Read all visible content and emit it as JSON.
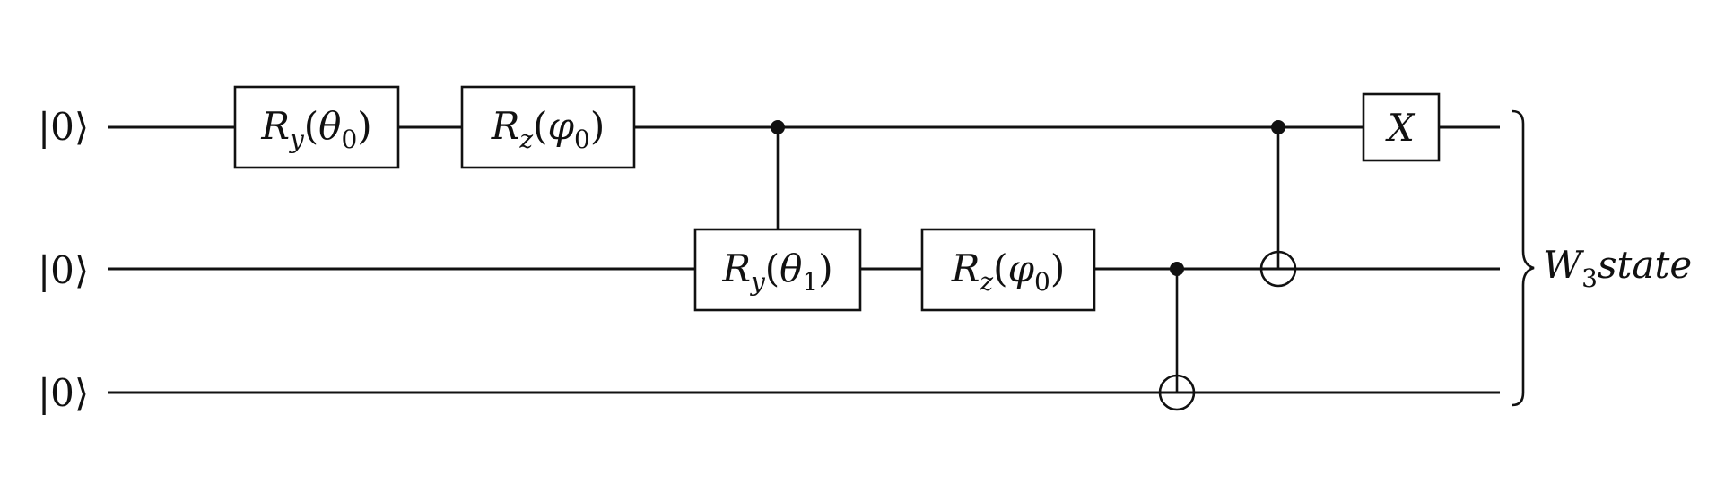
{
  "qubits": [
    {
      "label": "|0⟩"
    },
    {
      "label": "|0⟩"
    },
    {
      "label": "|0⟩"
    }
  ],
  "gates": [
    {
      "kind": "box",
      "wire": 0,
      "name": "R",
      "sub": "y",
      "arg": "θ",
      "arg_sub": "0"
    },
    {
      "kind": "box",
      "wire": 0,
      "name": "R",
      "sub": "z",
      "arg": "φ",
      "arg_sub": "0"
    },
    {
      "kind": "box",
      "wire": 1,
      "name": "R",
      "sub": "y",
      "arg": "θ",
      "arg_sub": "1",
      "control": 0
    },
    {
      "kind": "box",
      "wire": 1,
      "name": "R",
      "sub": "z",
      "arg": "φ",
      "arg_sub": "0"
    },
    {
      "kind": "cnot",
      "control": 1,
      "target": 2
    },
    {
      "kind": "cnot",
      "control": 0,
      "target": 1
    },
    {
      "kind": "box",
      "wire": 0,
      "name": "X"
    }
  ],
  "output": {
    "main": "W",
    "sub": "3",
    "rest": "state"
  }
}
